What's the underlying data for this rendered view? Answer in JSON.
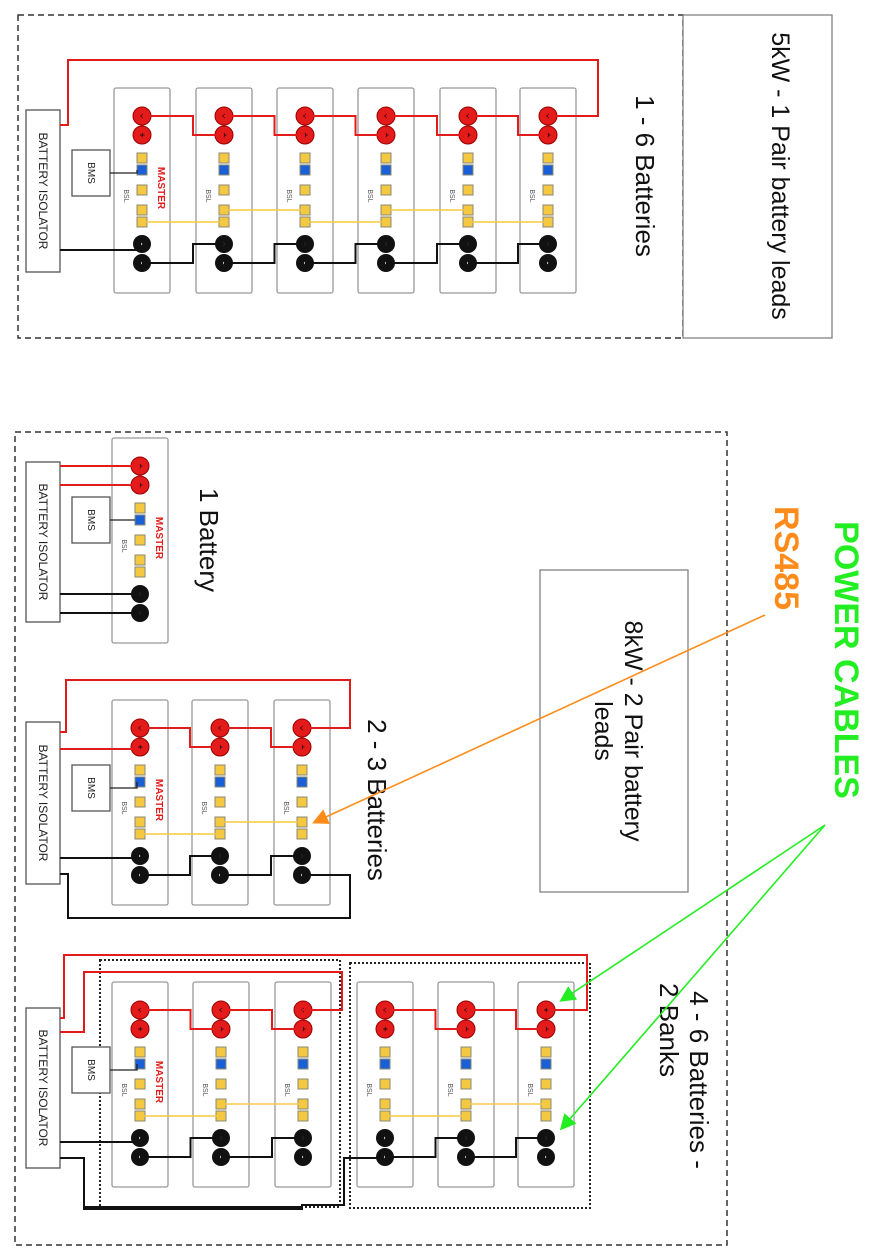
{
  "top_section": {
    "title": "5kW - 1 Pair battery leads",
    "label": "1 - 6 Batteries"
  },
  "bottom_section": {
    "title_line1": "8kW - 2 Pair battery",
    "title_line2": "leads",
    "label_one": "1 Battery",
    "label_two_three": "2 - 3 Batteries",
    "label_four_six_line1": "4 - 6 Batteries -",
    "label_four_six_line2": "2 Banks"
  },
  "callouts": {
    "power_cables": "POWER CABLES",
    "rs485": "RS485"
  },
  "component_labels": {
    "isolator": "BATTERY ISOLATOR",
    "bms": "BMS",
    "master": "MASTER",
    "bsl": "BSL"
  },
  "colors": {
    "positive": "#e31b1b",
    "negative": "#111111",
    "comm": "#f5c842",
    "bms_port": "#1a5fd6",
    "power_cables": "#22ee22",
    "rs485": "#ff8c1a"
  }
}
